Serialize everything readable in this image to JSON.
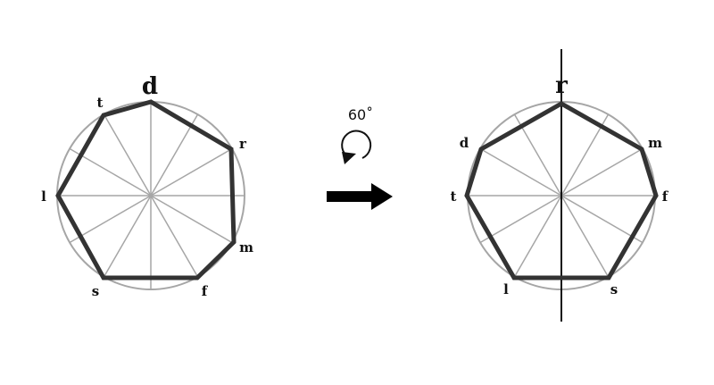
{
  "rotation": {
    "angle_label": "60˚"
  },
  "left_figure": {
    "labels": {
      "d": "d",
      "r": "r",
      "m": "m",
      "f": "f",
      "s": "s",
      "l": "l",
      "t": "t"
    }
  },
  "right_figure": {
    "labels": {
      "r": "r",
      "m": "m",
      "f": "f",
      "s": "s",
      "l": "l",
      "t": "t",
      "d": "d"
    }
  },
  "colors": {
    "circle": "#a6a6a6",
    "spokes": "#a6a6a6",
    "polygon": "#333333",
    "axis": "#111111",
    "arrow": "#000000"
  }
}
